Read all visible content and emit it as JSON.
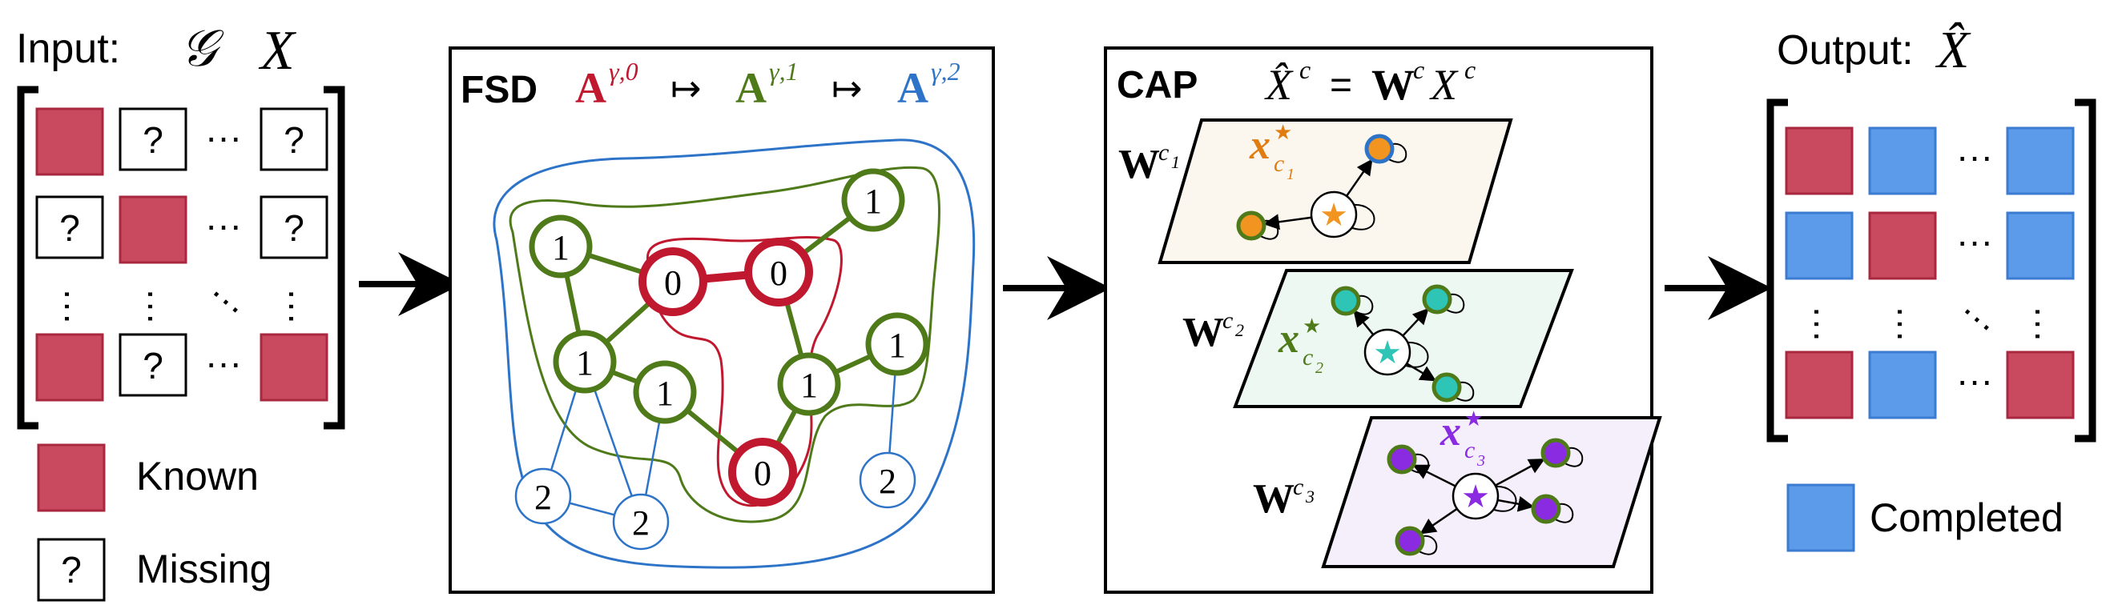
{
  "input": {
    "label": "Input:",
    "graph_symbol": "𝒢",
    "feature_symbol": "X",
    "matrix": [
      [
        "known",
        "missing",
        "dots",
        "missing"
      ],
      [
        "missing",
        "known",
        "dots",
        "missing"
      ],
      [
        "vdots",
        "vdots",
        "ddots",
        "vdots"
      ],
      [
        "known",
        "missing",
        "dots",
        "known"
      ]
    ],
    "missing_mark": "?",
    "legend": {
      "known_label": "Known",
      "missing_label": "Missing"
    }
  },
  "fsd": {
    "title": "FSD",
    "seq": [
      {
        "base": "A",
        "sup": "γ,0",
        "color": "#c0182f"
      },
      {
        "base": "A",
        "sup": "γ,1",
        "color": "#4f7a1a"
      },
      {
        "base": "A",
        "sup": "γ,2",
        "color": "#2d74c8"
      }
    ],
    "arrow": "↦",
    "nodes": [
      {
        "label": "0",
        "color": "#c0182f"
      },
      {
        "label": "0",
        "color": "#c0182f"
      },
      {
        "label": "0",
        "color": "#c0182f"
      },
      {
        "label": "1",
        "color": "#4f7a1a"
      },
      {
        "label": "1",
        "color": "#4f7a1a"
      },
      {
        "label": "1",
        "color": "#4f7a1a"
      },
      {
        "label": "1",
        "color": "#4f7a1a"
      },
      {
        "label": "1",
        "color": "#4f7a1a"
      },
      {
        "label": "1",
        "color": "#4f7a1a"
      },
      {
        "label": "2",
        "color": "#2d74c8"
      },
      {
        "label": "2",
        "color": "#2d74c8"
      },
      {
        "label": "2",
        "color": "#2d74c8"
      }
    ]
  },
  "cap": {
    "title": "CAP",
    "eq_lhs": "X̂",
    "eq_sup": "c",
    "eq_rhs_W": "W",
    "eq_rhs_X": "X",
    "layers": [
      {
        "W": "W",
        "sup": "c",
        "sub": "1",
        "x": "x",
        "xsub": "c",
        "xsubsub": "1",
        "star_color": "#f29420",
        "node_color": "#f29420",
        "fill": "#fbf7ef",
        "xcolor": "#e07d10"
      },
      {
        "W": "W",
        "sup": "c",
        "sub": "2",
        "x": "x",
        "xsub": "c",
        "xsubsub": "2",
        "star_color": "#2ec4b6",
        "node_color": "#2ec4b6",
        "fill": "#eef8f3",
        "xcolor": "#4f7a1a"
      },
      {
        "W": "W",
        "sup": "c",
        "sub": "3",
        "x": "x",
        "xsub": "c",
        "xsubsub": "3",
        "star_color": "#8a2be2",
        "node_color": "#8a2be2",
        "fill": "#f5eefb",
        "xcolor": "#8a2be2"
      }
    ],
    "star_mark": "★"
  },
  "output": {
    "label": "Output:",
    "symbol": "X̂",
    "matrix": [
      [
        "known",
        "completed",
        "dots",
        "completed"
      ],
      [
        "completed",
        "known",
        "dots",
        "completed"
      ],
      [
        "vdots",
        "vdots",
        "ddots",
        "vdots"
      ],
      [
        "known",
        "completed",
        "dots",
        "known"
      ]
    ],
    "legend": {
      "completed_label": "Completed"
    }
  },
  "colors": {
    "known": "#c94a5e",
    "known_border": "#a8283f",
    "completed": "#5b9bea",
    "completed_border": "#3b7bd0",
    "red": "#c0182f",
    "green": "#4f7a1a",
    "blue": "#2d74c8"
  }
}
